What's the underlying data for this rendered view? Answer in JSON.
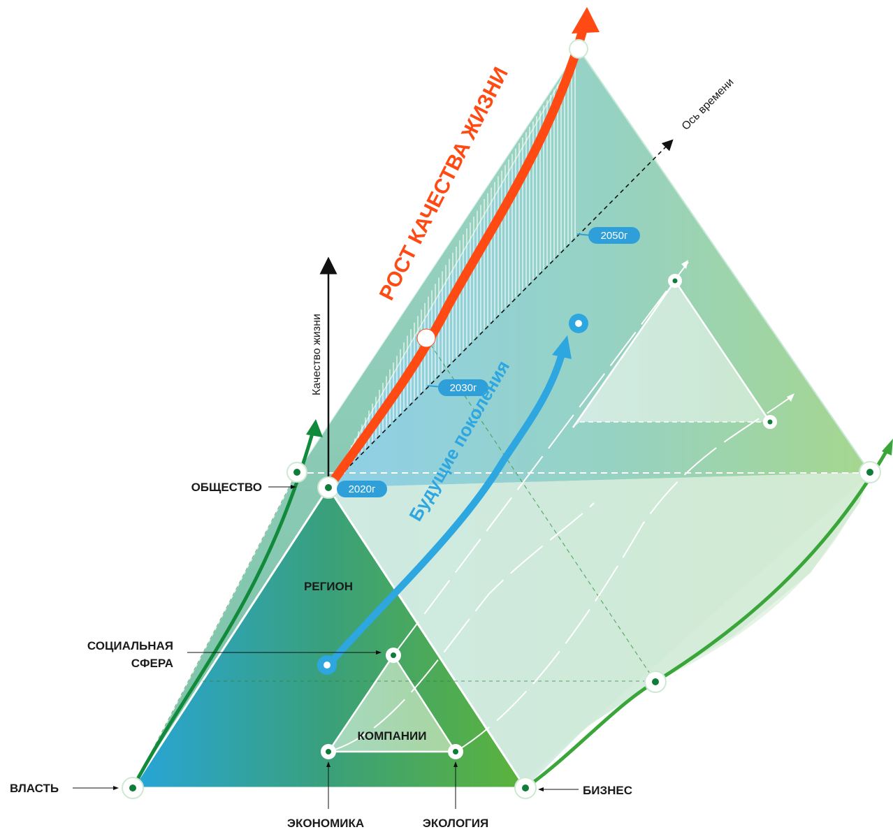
{
  "labels": {
    "society": "ОБЩЕСТВО",
    "region": "РЕГИОН",
    "social_sphere_line1": "СОЦИАЛЬНАЯ",
    "social_sphere_line2": "СФЕРА",
    "companies": "КОМПАНИИ",
    "power": "ВЛАСТЬ",
    "business": "БИЗНЕС",
    "economy": "ЭКОНОМИКА",
    "ecology": "ЭКОЛОГИЯ",
    "quality_axis": "Качество жизни",
    "time_axis": "Ось времени",
    "quality_growth": "РОСТ КАЧЕСТВА ЖИЗНИ",
    "future_generations": "Будущие поколения"
  },
  "years": {
    "y2020": "2020г",
    "y2030": "2030г",
    "y2050": "2050г"
  },
  "colors": {
    "red_arrow": "#ff4a14",
    "blue_arrow": "#2ea6e0",
    "green_line": "#3aa63a",
    "dark_green": "#128a3c",
    "tag_blue": "#2e9fd8"
  }
}
